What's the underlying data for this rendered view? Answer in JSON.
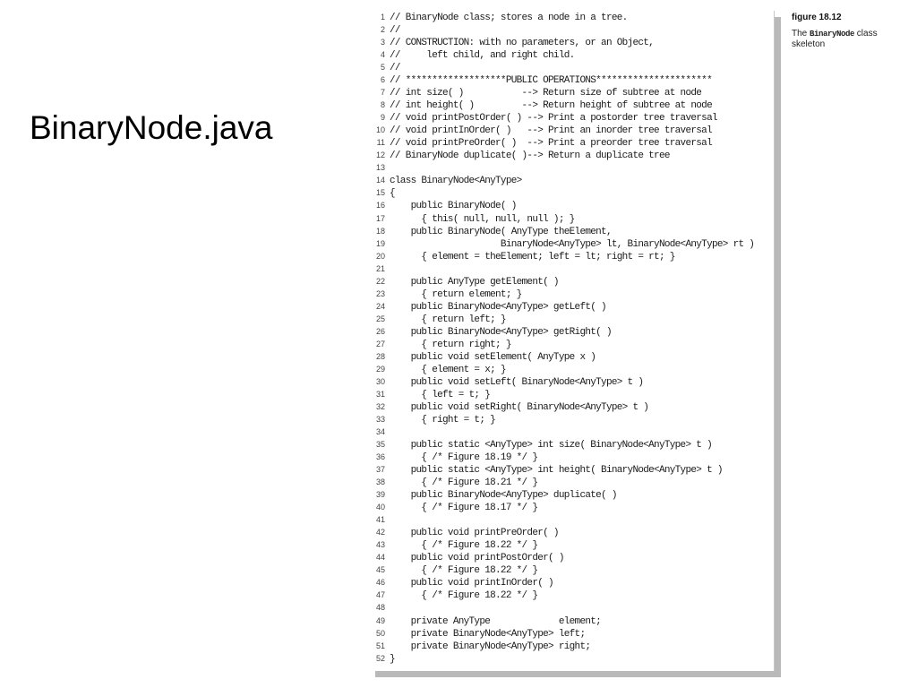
{
  "slide": {
    "title": "BinaryNode.java"
  },
  "figure": {
    "label": "figure 18.12",
    "caption_prefix": "The ",
    "caption_code": "BinaryNode",
    "caption_suffix": " class skeleton"
  },
  "code": {
    "lines": [
      {
        "n": "1",
        "text": "// BinaryNode class; stores a node in a tree."
      },
      {
        "n": "2",
        "text": "//"
      },
      {
        "n": "3",
        "text": "// CONSTRUCTION: with no parameters, or an Object,"
      },
      {
        "n": "4",
        "text": "//     left child, and right child."
      },
      {
        "n": "5",
        "text": "//"
      },
      {
        "n": "6",
        "text": "// *******************PUBLIC OPERATIONS**********************"
      },
      {
        "n": "7",
        "text": "// int size( )           --> Return size of subtree at node"
      },
      {
        "n": "8",
        "text": "// int height( )         --> Return height of subtree at node"
      },
      {
        "n": "9",
        "text": "// void printPostOrder( ) --> Print a postorder tree traversal"
      },
      {
        "n": "10",
        "text": "// void printInOrder( )   --> Print an inorder tree traversal"
      },
      {
        "n": "11",
        "text": "// void printPreOrder( )  --> Print a preorder tree traversal"
      },
      {
        "n": "12",
        "text": "// BinaryNode duplicate( )--> Return a duplicate tree"
      },
      {
        "n": "13",
        "text": ""
      },
      {
        "n": "14",
        "text": "class BinaryNode<AnyType>"
      },
      {
        "n": "15",
        "text": "{"
      },
      {
        "n": "16",
        "text": "    public BinaryNode( )"
      },
      {
        "n": "17",
        "text": "      { this( null, null, null ); }"
      },
      {
        "n": "18",
        "text": "    public BinaryNode( AnyType theElement,"
      },
      {
        "n": "19",
        "text": "                     BinaryNode<AnyType> lt, BinaryNode<AnyType> rt )"
      },
      {
        "n": "20",
        "text": "      { element = theElement; left = lt; right = rt; }"
      },
      {
        "n": "21",
        "text": ""
      },
      {
        "n": "22",
        "text": "    public AnyType getElement( )"
      },
      {
        "n": "23",
        "text": "      { return element; }"
      },
      {
        "n": "24",
        "text": "    public BinaryNode<AnyType> getLeft( )"
      },
      {
        "n": "25",
        "text": "      { return left; }"
      },
      {
        "n": "26",
        "text": "    public BinaryNode<AnyType> getRight( )"
      },
      {
        "n": "27",
        "text": "      { return right; }"
      },
      {
        "n": "28",
        "text": "    public void setElement( AnyType x )"
      },
      {
        "n": "29",
        "text": "      { element = x; }"
      },
      {
        "n": "30",
        "text": "    public void setLeft( BinaryNode<AnyType> t )"
      },
      {
        "n": "31",
        "text": "      { left = t; }"
      },
      {
        "n": "32",
        "text": "    public void setRight( BinaryNode<AnyType> t )"
      },
      {
        "n": "33",
        "text": "      { right = t; }"
      },
      {
        "n": "34",
        "text": ""
      },
      {
        "n": "35",
        "text": "    public static <AnyType> int size( BinaryNode<AnyType> t )"
      },
      {
        "n": "36",
        "text": "      { /* Figure 18.19 */ }"
      },
      {
        "n": "37",
        "text": "    public static <AnyType> int height( BinaryNode<AnyType> t )"
      },
      {
        "n": "38",
        "text": "      { /* Figure 18.21 */ }"
      },
      {
        "n": "39",
        "text": "    public BinaryNode<AnyType> duplicate( )"
      },
      {
        "n": "40",
        "text": "      { /* Figure 18.17 */ }"
      },
      {
        "n": "41",
        "text": ""
      },
      {
        "n": "42",
        "text": "    public void printPreOrder( )"
      },
      {
        "n": "43",
        "text": "      { /* Figure 18.22 */ }"
      },
      {
        "n": "44",
        "text": "    public void printPostOrder( )"
      },
      {
        "n": "45",
        "text": "      { /* Figure 18.22 */ }"
      },
      {
        "n": "46",
        "text": "    public void printInOrder( )"
      },
      {
        "n": "47",
        "text": "      { /* Figure 18.22 */ }"
      },
      {
        "n": "48",
        "text": ""
      },
      {
        "n": "49",
        "text": "    private AnyType             element;"
      },
      {
        "n": "50",
        "text": "    private BinaryNode<AnyType> left;"
      },
      {
        "n": "51",
        "text": "    private BinaryNode<AnyType> right;"
      },
      {
        "n": "52",
        "text": "}"
      }
    ]
  }
}
